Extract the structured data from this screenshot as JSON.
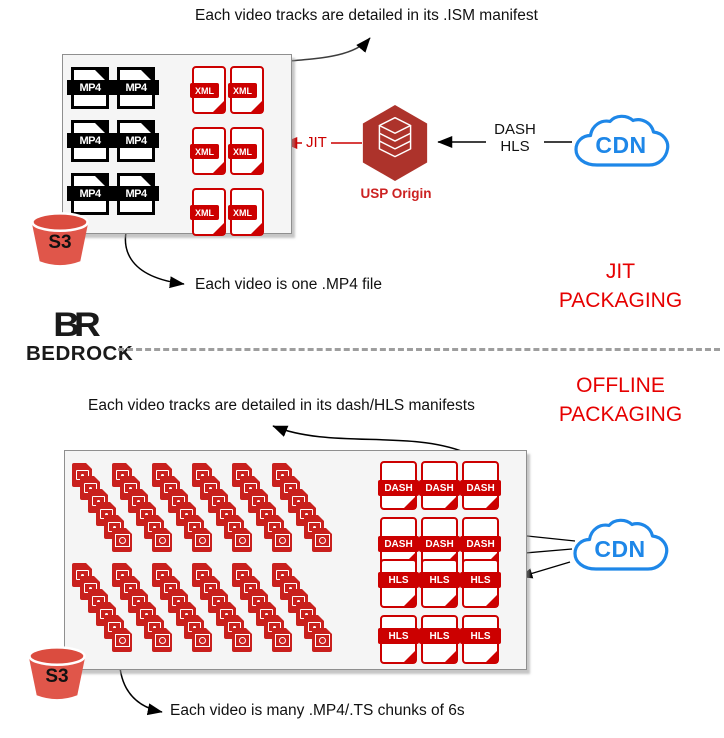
{
  "top_section": {
    "manifest_caption": "Each video tracks are detailed in its .ISM manifest",
    "mp4_caption": "Each video is one .MP4 file",
    "mp4_file_label": "MP4",
    "mp4_count": 6,
    "xml_file_label": "XML",
    "xml_count": 6,
    "s3_label": "S3",
    "jit_arrow_label": "JIT",
    "dash_arrow_label": "DASH",
    "hls_arrow_label": "HLS",
    "usp_origin_label": "USP Origin",
    "cdn_label": "CDN",
    "title_line1": "JIT",
    "title_line2": "PACKAGING"
  },
  "brand": {
    "logo_text": "BR",
    "name": "BEDROCK"
  },
  "bottom_section": {
    "manifest_caption": "Each video tracks are detailed in its dash/HLS manifests",
    "chunks_caption": "Each video is many .MP4/.TS chunks of 6s",
    "dash_file_label": "DASH",
    "dash_count": 6,
    "hls_file_label": "HLS",
    "hls_count": 6,
    "chunk_rows": 2,
    "chunk_stacks_per_row": 6,
    "chunks_per_stack": 6,
    "s3_label": "S3",
    "cdn_label": "CDN",
    "title_line1": "OFFLINE",
    "title_line2": "PACKAGING"
  },
  "icons": {
    "s3": "bucket",
    "usp_origin": "hexagon-layer-stack",
    "cdn": "cloud",
    "mp4": "black-file",
    "xml": "red-outline-file",
    "chunk": "red-video-file"
  },
  "colors": {
    "red_accent": "#cc0000",
    "chunk_red": "#c9201d",
    "title_red": "#e60000",
    "usp_hex_fill": "#ad332b",
    "cdn_blue": "#1e87e8",
    "s3_red": "#e0564a",
    "box_fill": "#f5f5f5",
    "box_border": "#8f8f8f"
  }
}
